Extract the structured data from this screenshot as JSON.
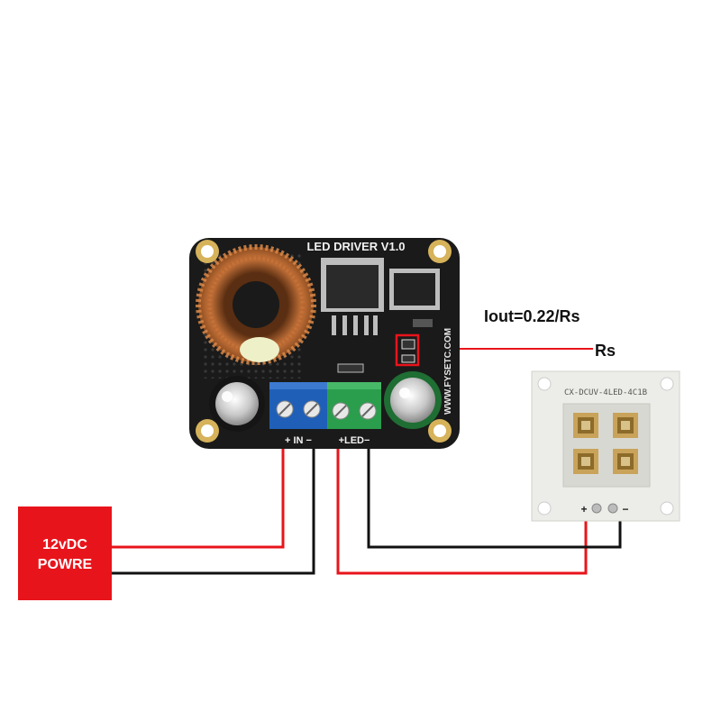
{
  "board": {
    "title": "LED DRIVER V1.0",
    "website": "WWW.FYSETC.COM",
    "input_label": "+ IN −",
    "output_label": "+LED−",
    "pcb_color": "#1a1a1a"
  },
  "formula": {
    "text": "Iout=0.22/Rs"
  },
  "resistor": {
    "label": "Rs"
  },
  "power_supply": {
    "line1": "12vDC",
    "line2": "POWRE",
    "color": "#e8141b"
  },
  "led_module": {
    "model": "CX-DCUV-4LED-4C1B",
    "plus": "+",
    "minus": "−",
    "led_count": 4
  },
  "wires": {
    "positive_color": "#e8141b",
    "negative_color": "#111111"
  }
}
